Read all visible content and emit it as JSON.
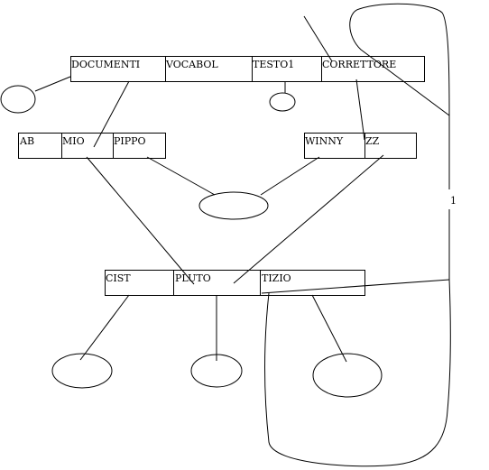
{
  "boxes": {
    "top": [
      "DOCUMENTI",
      "VOCABOL",
      "TESTO1",
      "CORRETTORE"
    ],
    "left": [
      "AB",
      "MIO",
      "PIPPO"
    ],
    "right": [
      "WINNY",
      "ZZ"
    ],
    "bottom": [
      "CIST",
      "PLUTO",
      "TIZIO"
    ]
  },
  "edge_label": "1"
}
